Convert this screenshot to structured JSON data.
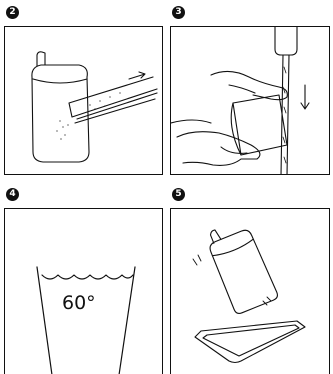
{
  "steps": [
    {
      "number": "2"
    },
    {
      "number": "3"
    },
    {
      "number": "4",
      "temperature": "60°"
    },
    {
      "number": "5"
    }
  ],
  "colors": {
    "ink": "#111111",
    "background": "#ffffff"
  },
  "icons": [
    "bottle-icon",
    "spray-icon",
    "hands-icon",
    "faucet-icon",
    "basin-icon",
    "tray-icon"
  ]
}
